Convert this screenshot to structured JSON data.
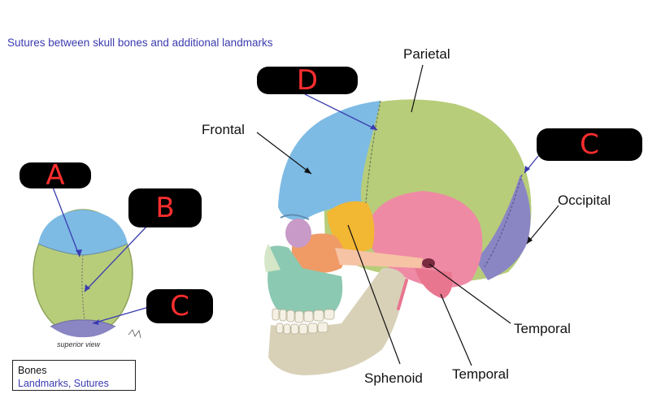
{
  "heading": "Sutures between skull bones and additional landmarks",
  "labels": {
    "parietal": "Parietal",
    "frontal": "Frontal",
    "occipital": "Occipital",
    "temporal_upper": "Temporal",
    "temporal_lower": "Temporal",
    "sphenoid": "Sphenoid"
  },
  "tags": {
    "a": "A",
    "b": "B",
    "c_small": "C",
    "c_large": "C",
    "d": "D"
  },
  "caption": "superior view",
  "legend": {
    "line1": "Bones",
    "line2": "Landmarks, Sutures"
  },
  "colors": {
    "frontal": "#7dbbe4",
    "parietal": "#b7cd7a",
    "occipital": "#8a86c4",
    "temporal": "#ef8aa4",
    "sphenoid": "#f2b733",
    "facial": "#f09a66",
    "maxilla": "#8cc9b2",
    "mandible": "#d8d1b8",
    "annotation_blue": "#3b3bb0",
    "tag_text": "#ff2e2e"
  }
}
